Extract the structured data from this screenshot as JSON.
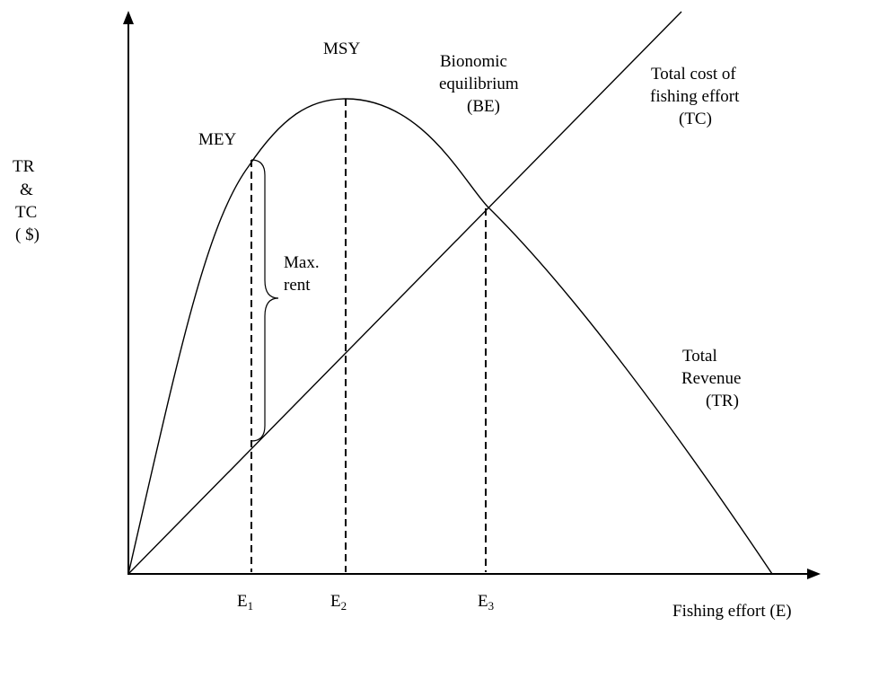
{
  "y_axis_label": [
    "TR",
    "&",
    "TC",
    "( $)"
  ],
  "x_axis_label": "Fishing effort (E)",
  "ticks": [
    {
      "base": "E",
      "sub": "1"
    },
    {
      "base": "E",
      "sub": "2"
    },
    {
      "base": "E",
      "sub": "3"
    }
  ],
  "labels": {
    "mey": "MEY",
    "msy": "MSY",
    "be": [
      "Bionomic",
      "equilibrium",
      "(BE)"
    ],
    "tc": [
      "Total cost of",
      "fishing effort",
      "(TC)"
    ],
    "tr": [
      "Total",
      "Revenue",
      "(TR)"
    ],
    "rent": [
      "Max.",
      "rent"
    ]
  },
  "colors": {
    "ink": "#000000",
    "background": "#ffffff"
  }
}
